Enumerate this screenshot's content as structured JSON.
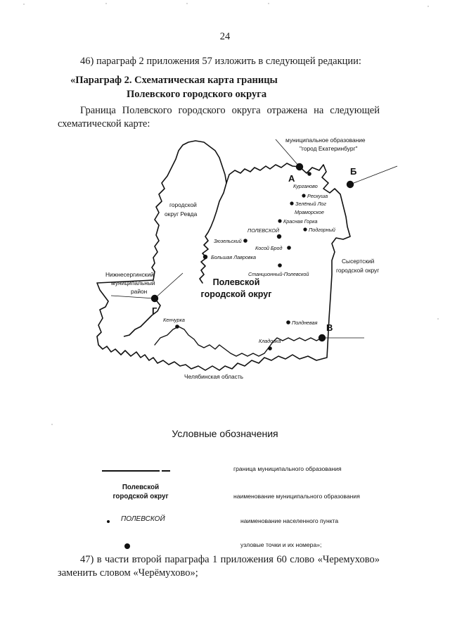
{
  "document": {
    "page_number": "24",
    "intro_paragraph": "46) параграф 2 приложения 57 изложить в следующей редакции:",
    "map_title_line1": "«Параграф 2. Схематическая карта границы",
    "map_title_line2": "Полевского городского округа",
    "lead_paragraph": "Граница Полевского городского округа отражена на следующей схематической карте:",
    "closing_paragraph": "47) в части второй параграфа 1 приложения 60 слово «Черемухово» заменить словом «Черёмухово»;"
  },
  "map": {
    "okrug_name_line1": "Полевской",
    "okrug_name_line2": "городской округ",
    "callouts": [
      {
        "id": "ekaterinburg",
        "line1": "муниципальное образование",
        "line2": "\"город Екатеринбург\""
      },
      {
        "id": "nizhneserginsky",
        "line1": "Нижнесергинский",
        "line2": "муниципальный",
        "line3": "район"
      }
    ],
    "neighbours": [
      {
        "id": "revda",
        "line1": "городской",
        "line2": "округ Ревда"
      },
      {
        "id": "sysert",
        "line1": "Сысертский",
        "line2": "городской округ"
      },
      {
        "id": "chelyabinsk",
        "line1": "Челябинская область",
        "line2": ""
      }
    ],
    "nodes": [
      {
        "label": "А"
      },
      {
        "label": "Б"
      },
      {
        "label": "В"
      },
      {
        "label": "Г"
      }
    ],
    "settlements": [
      {
        "name": "Курганово"
      },
      {
        "name": "Рескуша"
      },
      {
        "name": "Зелёный Лог"
      },
      {
        "name": "Мраморское"
      },
      {
        "name": "Красная Горка"
      },
      {
        "name": "ПОЛЕВСКОЙ"
      },
      {
        "name": "Подгорный"
      },
      {
        "name": "Зюзельский"
      },
      {
        "name": "Косой Брод"
      },
      {
        "name": "Большая Лавровка"
      },
      {
        "name": "Станционный-Полевской"
      },
      {
        "name": "Полдневая"
      },
      {
        "name": "Кладовка"
      },
      {
        "name": "Кенчурка"
      }
    ]
  },
  "legend": {
    "title": "Условные обозначения",
    "rows": [
      {
        "symbol": "boundary-line",
        "description": "граница муниципального образования"
      },
      {
        "symbol": "okrug-name-sample",
        "sample_line1": "Полевской",
        "sample_line2": "городской округ",
        "description": "наименование муниципального образования"
      },
      {
        "symbol": "settlement-dot-sample",
        "sample": "ПОЛЕВСКОЙ",
        "description": "наименование населенного пункта"
      },
      {
        "symbol": "node-dot-sample",
        "description": "узловые точки и их номера»;"
      }
    ]
  },
  "colors": {
    "ink": "#111111",
    "paper": "#ffffff",
    "speckle": "#c9c9c9"
  }
}
